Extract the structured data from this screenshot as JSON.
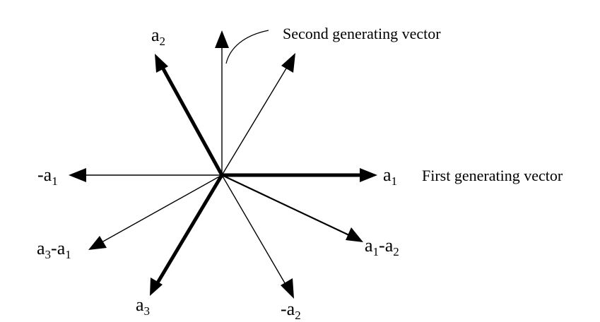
{
  "diagram": {
    "labels": {
      "a2": {
        "base": "a",
        "sub": "2"
      },
      "a1": {
        "base": "a",
        "sub": "1"
      },
      "neg_a1": {
        "prefix": "-",
        "base": "a",
        "sub": "1"
      },
      "a3_minus_a1": {
        "base": "a",
        "sub": "3",
        "op": "-",
        "base2": "a",
        "sub2": "1"
      },
      "a1_minus_a2": {
        "base": "a",
        "sub": "1",
        "op": "-",
        "base2": "a",
        "sub2": "2"
      },
      "a3": {
        "base": "a",
        "sub": "3"
      },
      "neg_a2": {
        "prefix": "-",
        "base": "a",
        "sub": "2"
      }
    },
    "annotations": {
      "second": "Second generating vector",
      "first": "First generating vector"
    }
  }
}
